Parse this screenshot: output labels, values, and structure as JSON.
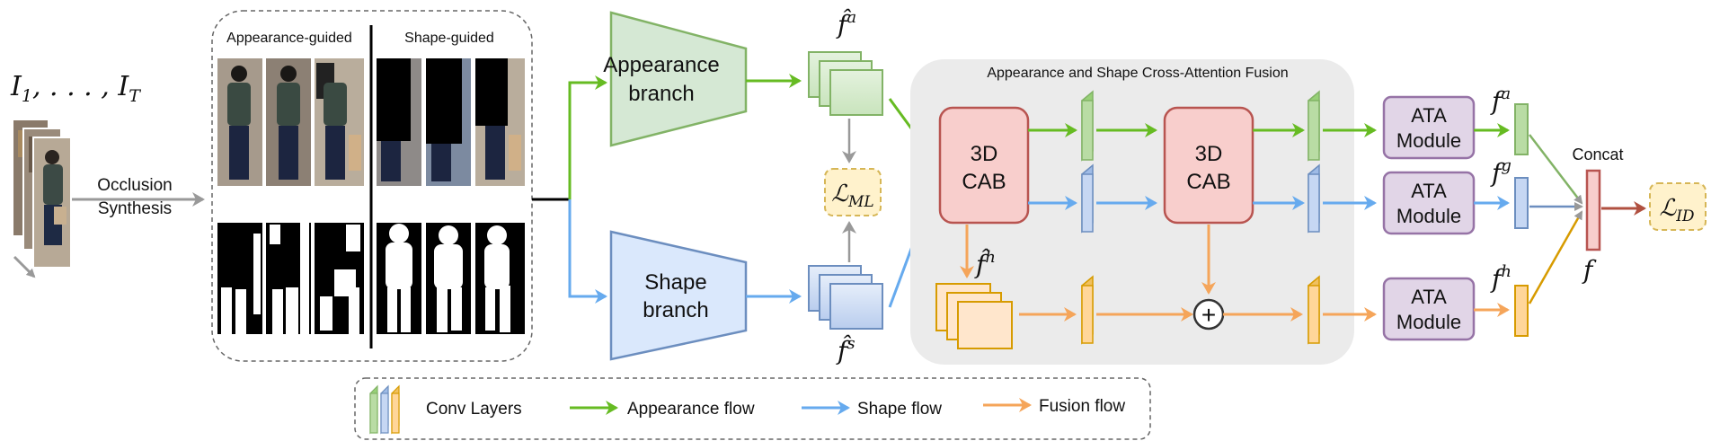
{
  "input": {
    "frames_label": "I",
    "frames_sub_first": "1",
    "frames_sep": ", . . . , ",
    "frames_sub_last": "T",
    "occlusion_line1": "Occlusion",
    "occlusion_line2": "Synthesis"
  },
  "guided_panel": {
    "appearance_title": "Appearance-guided",
    "shape_title": "Shape-guided"
  },
  "branches": {
    "appearance_line1": "Appearance",
    "appearance_line2": "branch",
    "shape_line1": "Shape",
    "shape_line2": "branch"
  },
  "features": {
    "f_hat_a": "f̂",
    "f_hat_a_sup": "a",
    "f_hat_s": "f̂",
    "f_hat_s_sup": "s",
    "f_hat_h": "f̂",
    "f_hat_h_sup": "h",
    "loss_ml": "ℒ",
    "loss_ml_sub": "ML"
  },
  "fusion": {
    "title": "Appearance and Shape Cross-Attention Fusion",
    "cab1_line1": "3D",
    "cab1_line2": "CAB",
    "cab2_line1": "3D",
    "cab2_line2": "CAB",
    "sum_symbol": "+"
  },
  "ata": {
    "modules": [
      {
        "line1": "ATA",
        "line2": "Module"
      },
      {
        "line1": "ATA",
        "line2": "Module"
      },
      {
        "line1": "ATA",
        "line2": "Module"
      }
    ]
  },
  "output": {
    "f_a": "f",
    "f_a_sup": "a",
    "f_g": "f",
    "f_g_sup": "g",
    "f_h": "f",
    "f_h_sup": "h",
    "concat_label": "Concat",
    "f_final": "f",
    "loss_id": "ℒ",
    "loss_id_sub": "ID"
  },
  "legend": {
    "conv_label": "Conv Layers",
    "appearance_flow": "Appearance flow",
    "shape_flow": "Shape flow",
    "fusion_flow": "Fusion flow"
  },
  "colors": {
    "green": "#66bb22",
    "blue": "#66aaee",
    "orange": "#f5a55a",
    "grey": "#999999",
    "red_arrow": "#b05040"
  }
}
